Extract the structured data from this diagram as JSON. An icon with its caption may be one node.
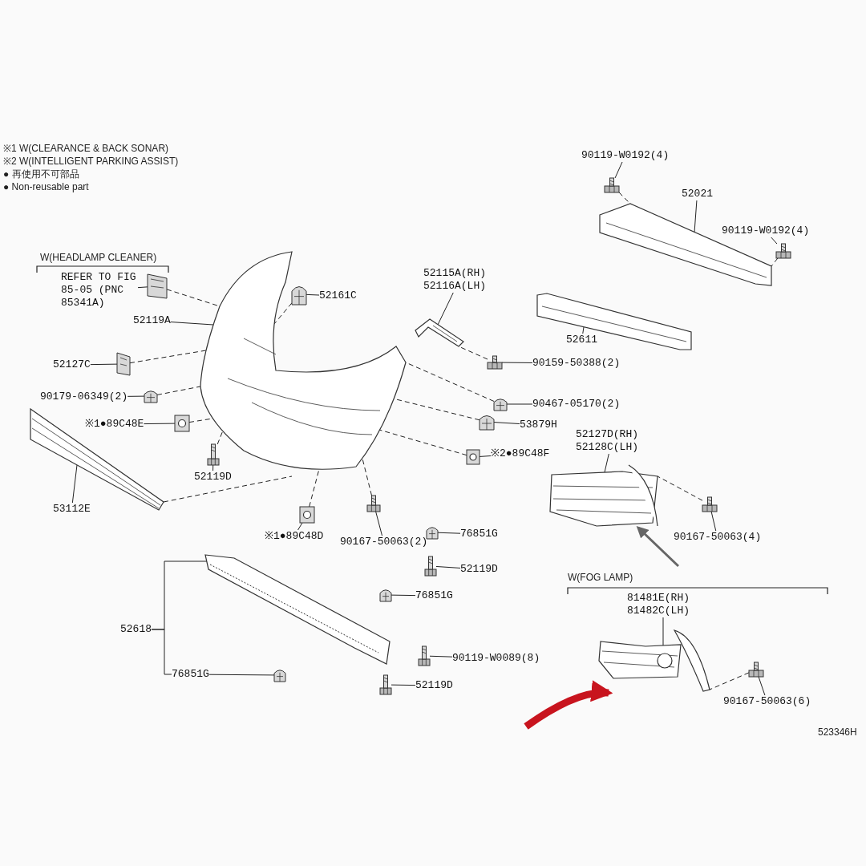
{
  "diagram": {
    "nodes": [
      {
        "text": [
          "REFER TO FIG 85-05 (PNC 85341A)"
        ]
      },
      {
        "text": [],
        "shape": "picture"
      },
      {
        "text": [
          "52161C"
        ]
      },
      {
        "text": [],
        "shape": "picture"
      },
      {
        "text": [
          "52119A"
        ]
      },
      {
        "text": [],
        "shape": "picture"
      },
      {
        "text": [
          "52127C"
        ]
      },
      {
        "text": [],
        "shape": "picture"
      },
      {
        "text": [
          "90179-06349(2)"
        ]
      },
      {
        "text": [],
        "shape": "picture"
      },
      {
        "text": [
          "※1●89C48E"
        ]
      },
      {
        "text": [],
        "shape": "picture"
      },
      {
        "text": [
          "52119D"
        ]
      },
      {
        "text": [],
        "shape": "picture"
      },
      {
        "text": [
          "53112E"
        ]
      },
      {
        "text": [],
        "shape": "picture"
      },
      {
        "text": [
          "52115A(RH) 52116A(LH)"
        ]
      },
      {
        "text": [],
        "shape": "picture"
      },
      {
        "text": [
          "90159-50388(2)"
        ]
      },
      {
        "text": [],
        "shape": "picture"
      },
      {
        "text": [
          "90467-05170(2)"
        ]
      },
      {
        "text": [],
        "shape": "picture"
      },
      {
        "text": [
          "53879H"
        ]
      },
      {
        "text": [],
        "shape": "picture"
      },
      {
        "text": [
          "※2●89C48F"
        ]
      },
      {
        "text": [],
        "shape": "picture"
      },
      {
        "text": [
          "※1●89C48D"
        ]
      },
      {
        "text": [],
        "shape": "picture"
      },
      {
        "text": [
          "90167-50063(2)"
        ]
      },
      {
        "text": [],
        "shape": "picture"
      },
      {
        "text": [
          "76851G"
        ]
      },
      {
        "text": [],
        "shape": "picture"
      },
      {
        "text": [
          "52119D"
        ]
      },
      {
        "text": [],
        "shape": "picture"
      },
      {
        "text": [
          "76851G"
        ]
      },
      {
        "text": [],
        "shape": "picture"
      },
      {
        "text": [
          "52618"
        ]
      },
      {
        "text": [],
        "shape": "picture"
      },
      {
        "text": [
          "76851G"
        ]
      },
      {
        "text": [],
        "shape": "picture"
      },
      {
        "text": [
          "90119-W0089(8)"
        ]
      },
      {
        "text": [],
        "shape": "picture"
      },
      {
        "text": [
          "52119D"
        ]
      },
      {
        "text": [],
        "shape": "picture"
      },
      {
        "text": [
          "90119-W0192(4)"
        ]
      },
      {
        "text": [],
        "shape": "picture"
      },
      {
        "text": [
          "52021"
        ]
      },
      {
        "text": [],
        "shape": "picture"
      },
      {
        "text": [
          "90119-W0192(4)"
        ]
      },
      {
        "text": [],
        "shape": "picture"
      },
      {
        "text": [
          "52611"
        ]
      },
      {
        "text": [],
        "shape": "picture"
      },
      {
        "text": [
          "52127D(RH) 52128C(LH)"
        ]
      },
      {
        "text": [],
        "shape": "picture"
      },
      {
        "text": [
          "90167-50063(4)"
        ]
      },
      {
        "text": [],
        "shape": "picture"
      },
      {
        "text": [
          "81481E(RH) 81482C(LH)"
        ]
      },
      {
        "text": [],
        "shape": "picture"
      },
      {
        "text": [
          "90167-50063(6)"
        ]
      },
      {
        "text": [],
        "shape": "picture"
      }
    ],
    "edges": [
      {
        "from": 0,
        "to": 1,
        "arrow": "none"
      },
      {
        "from": 2,
        "to": 3,
        "arrow": "none"
      },
      {
        "from": 4,
        "to": 5,
        "arrow": "none"
      },
      {
        "from": 6,
        "to": 7,
        "arrow": "none"
      },
      {
        "from": 8,
        "to": 9,
        "arrow": "none"
      },
      {
        "from": 10,
        "to": 11,
        "arrow": "none"
      },
      {
        "from": 12,
        "to": 13,
        "arrow": "none"
      },
      {
        "from": 14,
        "to": 15,
        "arrow": "none"
      },
      {
        "from": 16,
        "to": 17,
        "arrow": "none"
      },
      {
        "from": 18,
        "to": 19,
        "arrow": "none"
      },
      {
        "from": 20,
        "to": 21,
        "arrow": "none"
      },
      {
        "from": 22,
        "to": 23,
        "arrow": "none"
      },
      {
        "from": 24,
        "to": 25,
        "arrow": "none"
      },
      {
        "from": 26,
        "to": 27,
        "arrow": "none"
      },
      {
        "from": 28,
        "to": 29,
        "arrow": "none"
      },
      {
        "from": 30,
        "to": 31,
        "arrow": "none"
      },
      {
        "from": 32,
        "to": 33,
        "arrow": "none"
      },
      {
        "from": 34,
        "to": 35,
        "arrow": "none"
      },
      {
        "from": 36,
        "to": 37,
        "arrow": "none"
      },
      {
        "from": 36,
        "to": 38,
        "arrow": "none"
      },
      {
        "from": 38,
        "to": 39,
        "arrow": "none"
      },
      {
        "from": 40,
        "to": 41,
        "arrow": "none"
      },
      {
        "from": 42,
        "to": 43,
        "arrow": "none"
      },
      {
        "from": 44,
        "to": 45,
        "arrow": "none"
      },
      {
        "from": 46,
        "to": 47,
        "arrow": "none"
      },
      {
        "from": 48,
        "to": 49,
        "arrow": "none"
      },
      {
        "from": 50,
        "to": 51,
        "arrow": "none"
      },
      {
        "from": 52,
        "to": 53,
        "arrow": "none"
      },
      {
        "from": 54,
        "to": 55,
        "arrow": "none"
      },
      {
        "from": 56,
        "to": 57,
        "arrow": "none"
      },
      {
        "from": 58,
        "to": 59,
        "arrow": "none"
      },
      {
        "from": 1,
        "to": 5,
        "arrow": "none",
        "style": "dashed"
      },
      {
        "from": 3,
        "to": 5,
        "arrow": "none",
        "style": "dashed"
      },
      {
        "from": 7,
        "to": 5,
        "arrow": "none",
        "style": "dashed"
      },
      {
        "from": 9,
        "to": 5,
        "arrow": "none",
        "style": "dashed"
      },
      {
        "from": 11,
        "to": 5,
        "arrow": "none",
        "style": "dashed"
      },
      {
        "from": 13,
        "to": 5,
        "arrow": "none",
        "style": "dashed"
      },
      {
        "from": 15,
        "to": 5,
        "arrow": "none",
        "style": "dashed"
      },
      {
        "from": 19,
        "to": 17,
        "arrow": "none",
        "style": "dashed"
      },
      {
        "from": 21,
        "to": 5,
        "arrow": "none",
        "style": "dashed"
      },
      {
        "from": 23,
        "to": 5,
        "arrow": "none",
        "style": "dashed"
      },
      {
        "from": 25,
        "to": 5,
        "arrow": "none",
        "style": "dashed"
      },
      {
        "from": 27,
        "to": 5,
        "arrow": "none",
        "style": "dashed"
      },
      {
        "from": 29,
        "to": 5,
        "arrow": "none",
        "style": "dashed"
      },
      {
        "from": 45,
        "to": 47,
        "arrow": "none",
        "style": "dashed"
      },
      {
        "from": 49,
        "to": 47,
        "arrow": "none",
        "style": "dashed"
      },
      {
        "from": 55,
        "to": 53,
        "arrow": "none",
        "style": "dashed"
      },
      {
        "from": 59,
        "to": 57,
        "arrow": "none",
        "style": "dashed"
      },
      {
        "from": null,
        "to": 53,
        "arrow": "to",
        "style": "thick"
      },
      {
        "from": null,
        "to": 57,
        "arrow": "to",
        "style": "thick",
        "color": "#c8141e"
      }
    ],
    "labels": [
      "※1 W(CLEARANCE & BACK SONAR)",
      "※2 W(INTELLIGENT PARKING ASSIST)",
      "● 再使用不可部品",
      "● Non-reusable part",
      "W(HEADLAMP CLEANER)",
      "W(FOG LAMP)",
      "523346H"
    ]
  }
}
